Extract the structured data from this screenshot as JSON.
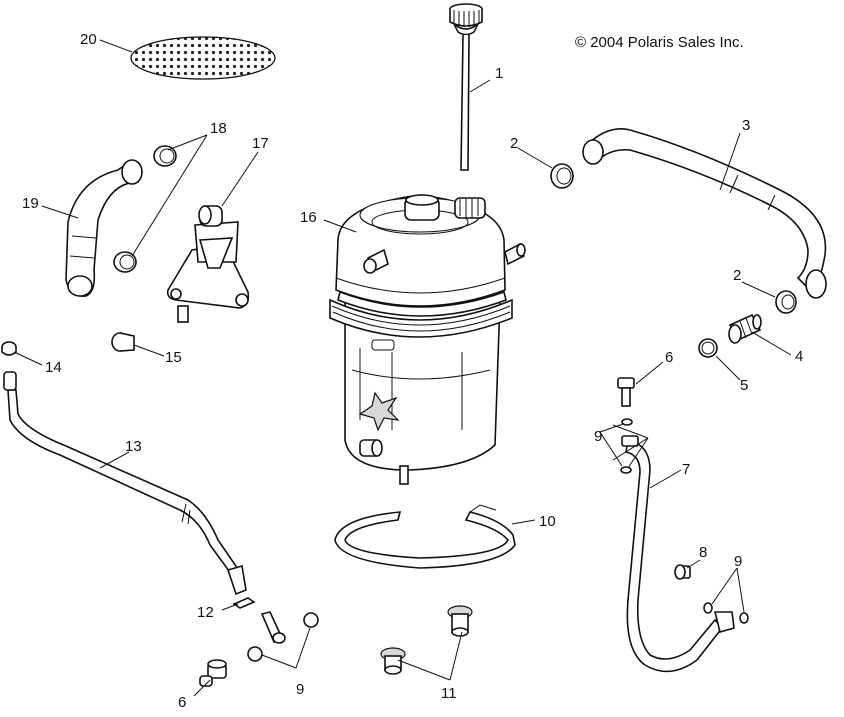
{
  "copyright": "© 2004 Polaris Sales Inc.",
  "callouts": {
    "c1": "1",
    "c2a": "2",
    "c2b": "2",
    "c3": "3",
    "c4": "4",
    "c5": "5",
    "c6a": "6",
    "c6b": "6",
    "c7": "7",
    "c8": "8",
    "c9a": "9",
    "c9b": "9",
    "c9c": "9",
    "c10": "10",
    "c11": "11",
    "c12": "12",
    "c13": "13",
    "c14": "14",
    "c15": "15",
    "c16": "16",
    "c17": "17",
    "c18": "18",
    "c19": "19",
    "c20": "20"
  }
}
